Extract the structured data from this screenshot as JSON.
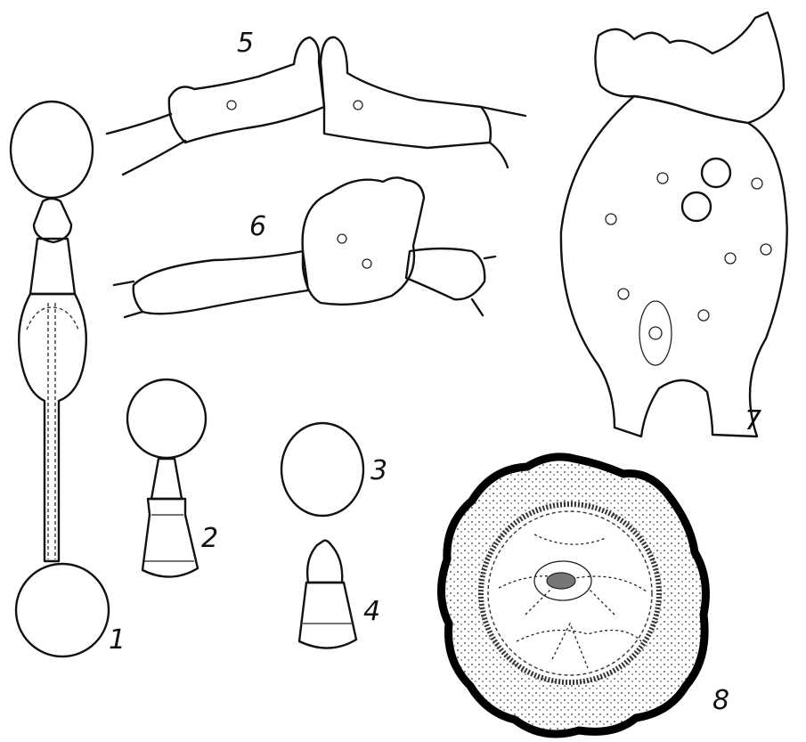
{
  "figure": {
    "labels": [
      {
        "id": "1",
        "text": "1"
      },
      {
        "id": "2",
        "text": "2"
      },
      {
        "id": "3",
        "text": "3"
      },
      {
        "id": "4",
        "text": "4"
      },
      {
        "id": "5",
        "text": "5"
      },
      {
        "id": "6",
        "text": "6"
      },
      {
        "id": "7",
        "text": "7"
      },
      {
        "id": "8",
        "text": "8"
      }
    ]
  },
  "colors": {
    "ink": "#111111",
    "background": "#ffffff",
    "stipple": "#333333"
  }
}
